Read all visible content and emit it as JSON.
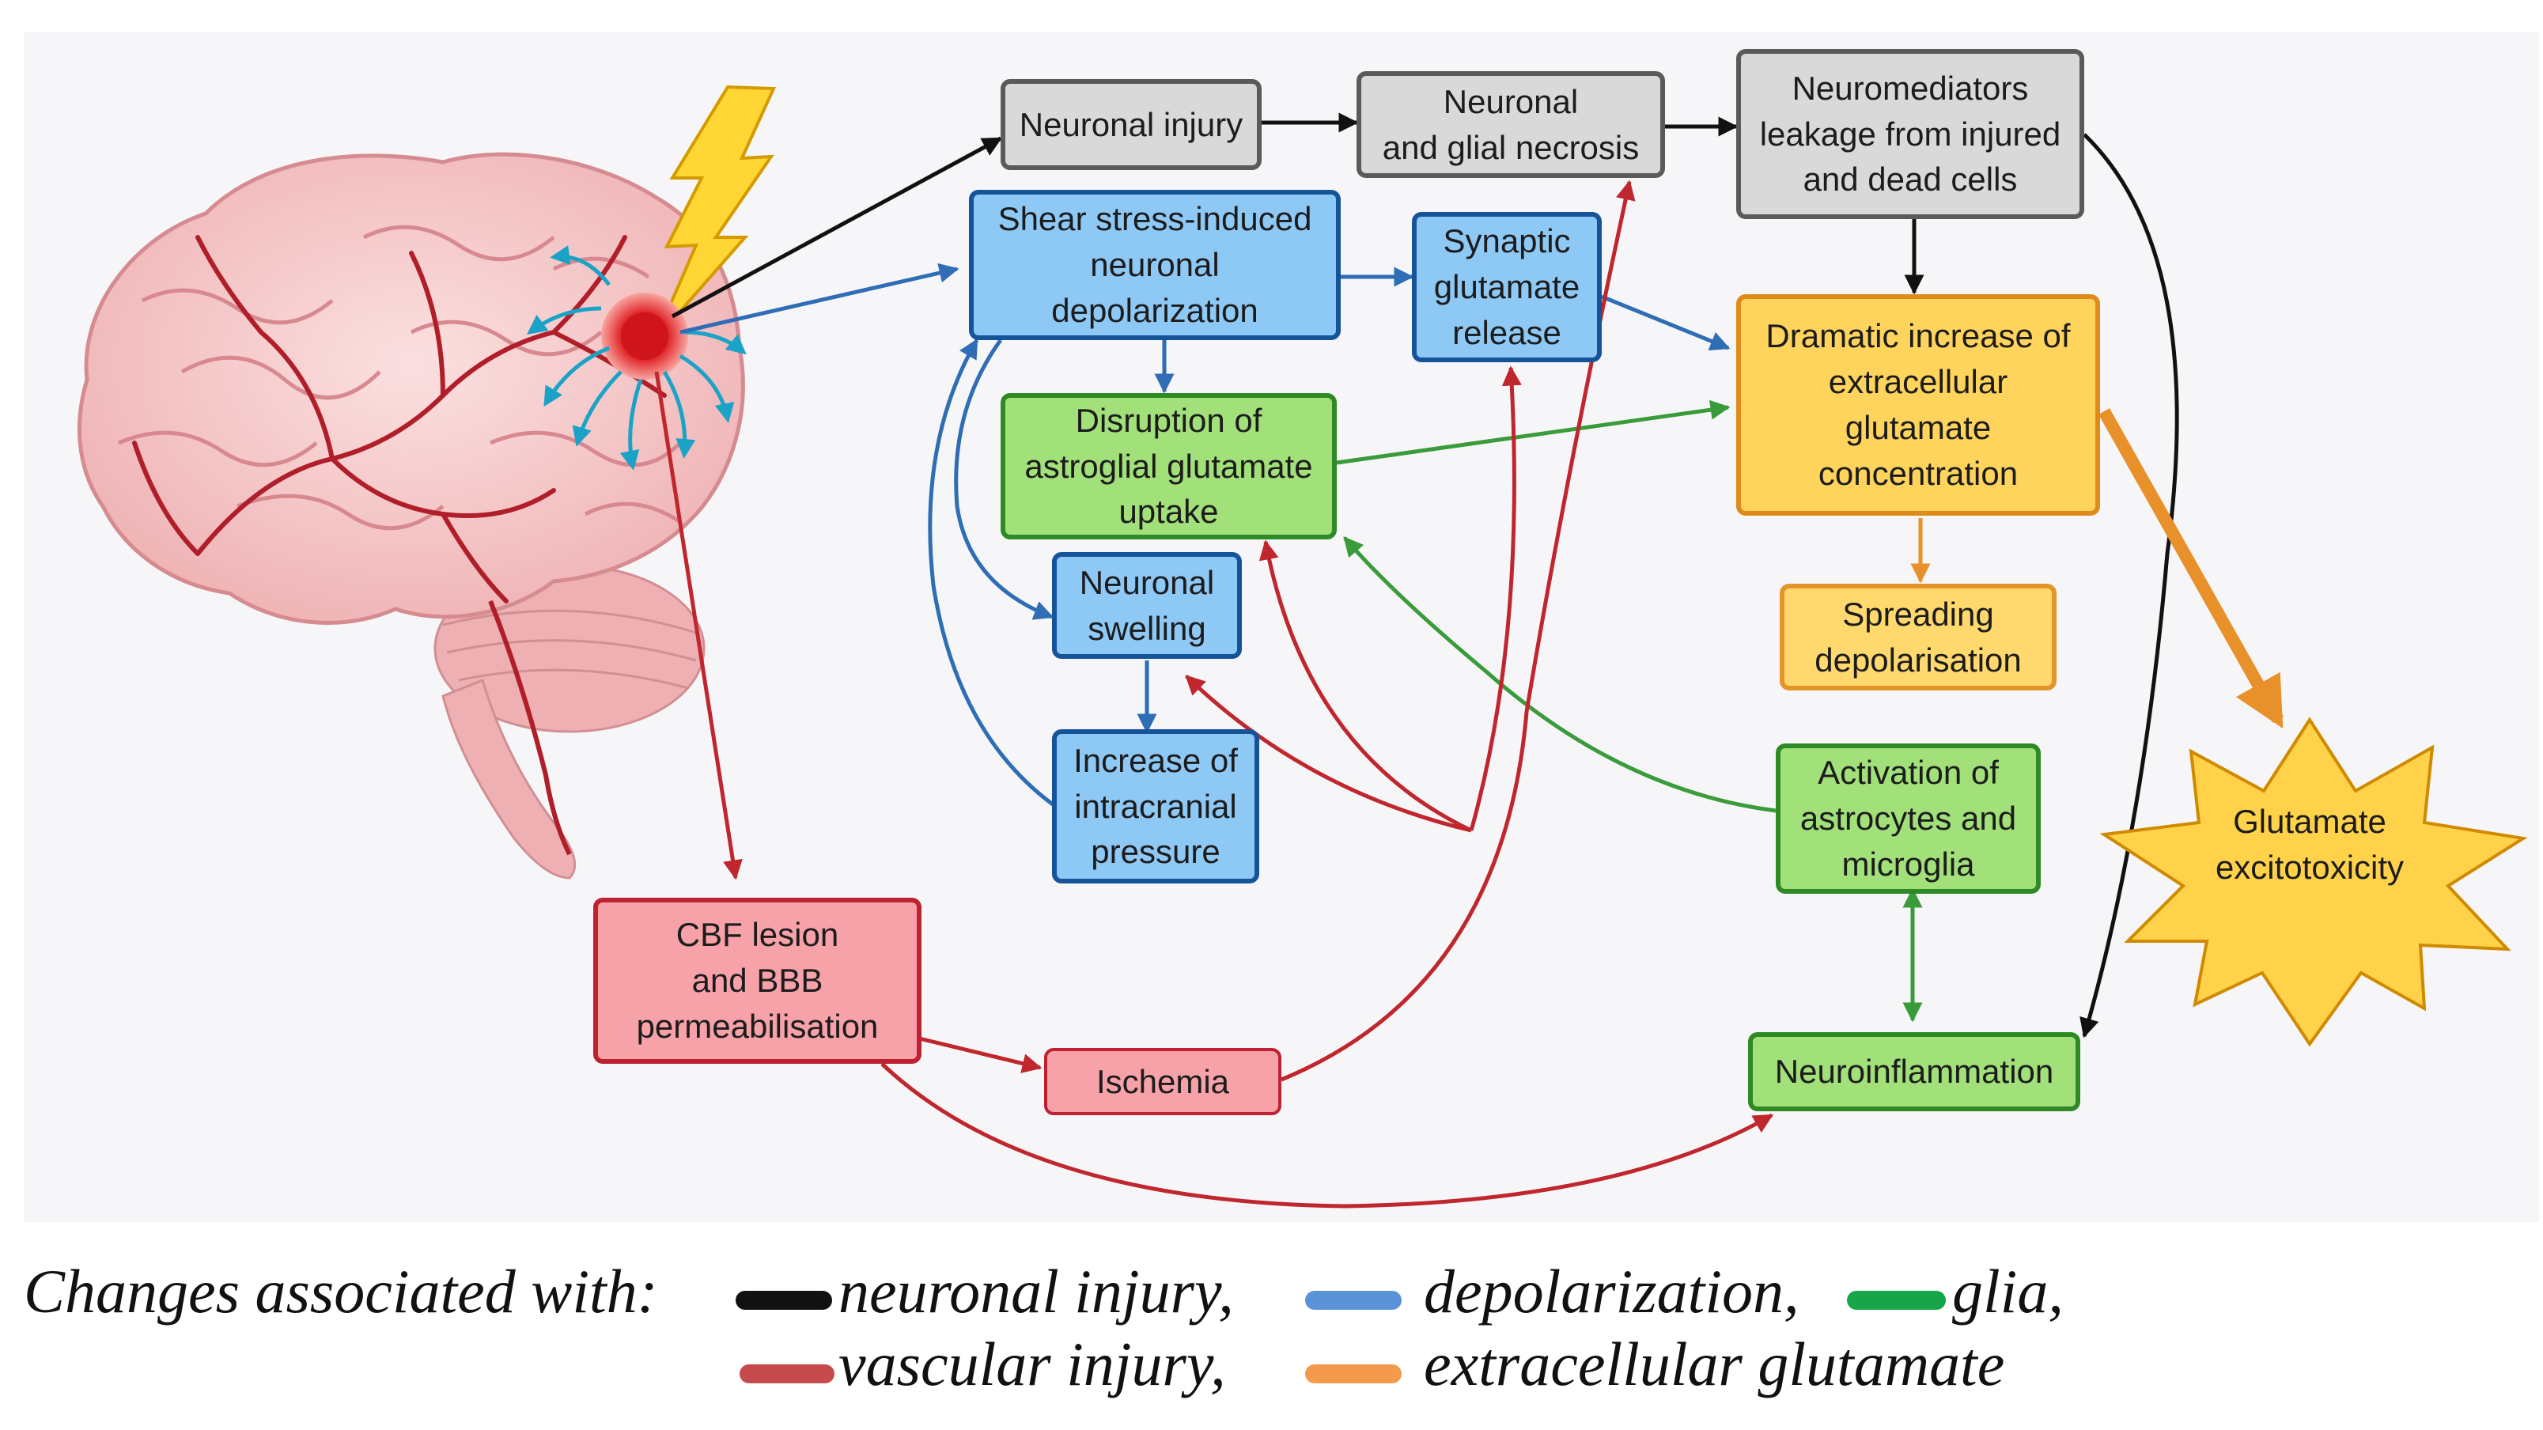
{
  "diagram": {
    "nodes": {
      "neuronal_injury": "Neuronal injury",
      "necrosis": [
        "Neuronal",
        "and glial necrosis"
      ],
      "neuromediators": [
        "Neuromediators",
        "leakage from injured",
        "and dead cells"
      ],
      "shear_stress": [
        "Shear stress-induced",
        "neuronal",
        "depolarization"
      ],
      "synaptic": [
        "Synaptic",
        "glutamate",
        "release"
      ],
      "dramatic": [
        "Dramatic increase of",
        "extracellular",
        "glutamate",
        "concentration"
      ],
      "disruption": [
        "Disruption of",
        "astroglial glutamate",
        "uptake"
      ],
      "swelling": [
        "Neuronal",
        "swelling"
      ],
      "spreading": [
        "Spreading",
        "depolarisation"
      ],
      "icp": [
        "Increase of",
        "intracranial",
        "pressure"
      ],
      "activation": [
        "Activation of",
        "astrocytes and",
        "microglia"
      ],
      "excitotoxicity": [
        "Glutamate",
        "excitotoxicity"
      ],
      "cbf": [
        "CBF lesion",
        "and BBB",
        "permeabilisation"
      ],
      "ischemia": "Ischemia",
      "neuroinflammation": "Neuroinflammation"
    },
    "colors": {
      "neuronal_injury": "#111111",
      "depolarization": "#2f6db5",
      "glia": "#3a9b3a",
      "vascular_injury": "#c0262d",
      "extracellular_glutamate": "#e8902a"
    }
  },
  "legend": {
    "intro": "Changes associated with:",
    "items": [
      {
        "label": "neuronal injury,",
        "color": "#111111"
      },
      {
        "label": "depolarization,",
        "color": "#5b93d8"
      },
      {
        "label": "glia,",
        "color": "#16a548"
      },
      {
        "label": "vascular injury,",
        "color": "#c44a4c"
      },
      {
        "label": "extracellular glutamate",
        "color": "#f49a4c"
      }
    ]
  }
}
